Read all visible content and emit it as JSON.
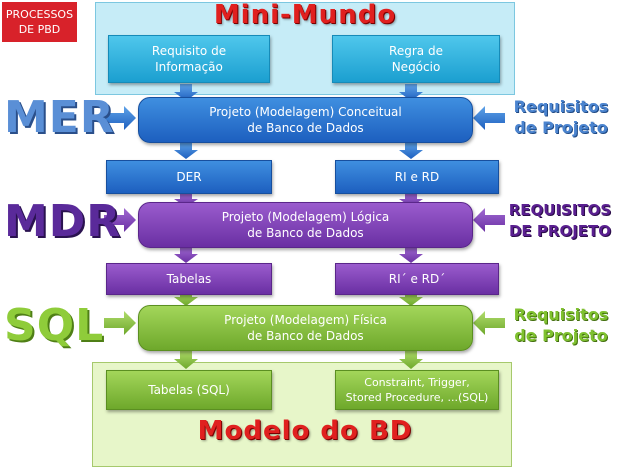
{
  "badge": "PROCESSOS\nDE PBD",
  "top_title": "Mini-Mundo",
  "bottom_title": "Modelo do BD",
  "top_row": [
    "Requisito de\nInformação",
    "Regra de\nNegócio"
  ],
  "stages": [
    {
      "side_label": "MER",
      "box": "Projeto (Modelagem) Conceitual\nde Banco de Dados",
      "requirement": "Requisitos\nde Projeto",
      "outputs": [
        "DER",
        "RI e RD"
      ]
    },
    {
      "side_label": "MDR",
      "box": "Projeto (Modelagem) Lógica\nde Banco de Dados",
      "requirement": "REQUISITOS\nDE PROJETO",
      "outputs": [
        "Tabelas",
        "RI´ e RD´"
      ]
    },
    {
      "side_label": "SQL",
      "box": "Projeto (Modelagem) Física\nde Banco de Dados",
      "requirement": "Requisitos\nde Projeto",
      "outputs": [
        "Tabelas (SQL)",
        "Constraint, Trigger,\nStored Procedure, ...(SQL)"
      ]
    }
  ],
  "colors": {
    "cyan": "#1b9fd0",
    "blue": "#1d5fbf",
    "purple": "#6a2fa3",
    "green": "#6ea82b",
    "red": "#e0201f"
  }
}
